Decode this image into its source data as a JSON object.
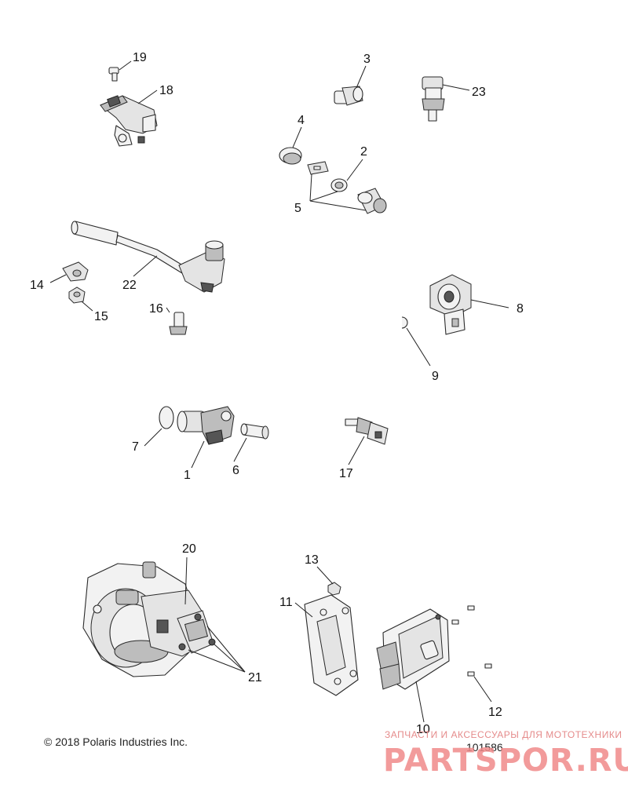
{
  "callouts": {
    "c1": "1",
    "c2": "2",
    "c3": "3",
    "c4": "4",
    "c5": "5",
    "c6": "6",
    "c7": "7",
    "c8": "8",
    "c9": "9",
    "c10": "10",
    "c11": "11",
    "c12": "12",
    "c13": "13",
    "c14": "14",
    "c15": "15",
    "c16": "16",
    "c17": "17",
    "c18": "18",
    "c19": "19",
    "c20": "20",
    "c21": "21",
    "c22": "22",
    "c23": "23"
  },
  "footer": {
    "copyright": "© 2018 Polaris Industries Inc.",
    "doc_number": "101586"
  },
  "watermark": {
    "tagline": "ЗАПЧАСТИ И АКСЕССУАРЫ ДЛЯ МОТОТЕХНИКИ",
    "brand": "PARTSPOR.RU",
    "color": "#f08a8a"
  }
}
